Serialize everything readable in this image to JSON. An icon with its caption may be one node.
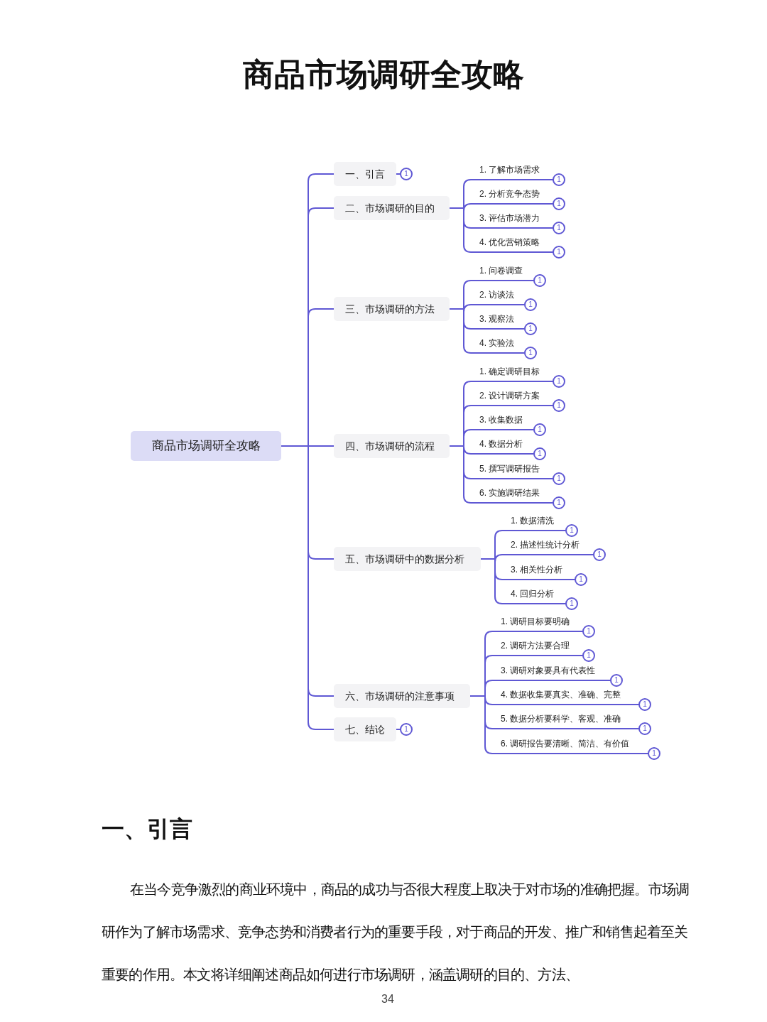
{
  "diagram": {
    "title": "商品市场调研全攻略",
    "nodes": [
      {
        "text": [
          "商品市场调研全攻略"
        ]
      },
      {
        "text": [
          "一、引言"
        ],
        "beside": [
          "1"
        ]
      },
      {
        "text": [
          "二、市场调研的目的"
        ]
      },
      {
        "text": [
          "1. 了解市场需求"
        ],
        "beside": [
          "1"
        ]
      },
      {
        "text": [
          "2. 分析竞争态势"
        ],
        "beside": [
          "1"
        ]
      },
      {
        "text": [
          "3. 评估市场潜力"
        ],
        "beside": [
          "1"
        ]
      },
      {
        "text": [
          "4. 优化营销策略"
        ],
        "beside": [
          "1"
        ]
      },
      {
        "text": [
          "三、市场调研的方法"
        ]
      },
      {
        "text": [
          "1. 问卷调查"
        ],
        "beside": [
          "1"
        ]
      },
      {
        "text": [
          "2. 访谈法"
        ],
        "beside": [
          "1"
        ]
      },
      {
        "text": [
          "3. 观察法"
        ],
        "beside": [
          "1"
        ]
      },
      {
        "text": [
          "4. 实验法"
        ],
        "beside": [
          "1"
        ]
      },
      {
        "text": [
          "四、市场调研的流程"
        ]
      },
      {
        "text": [
          "1. 确定调研目标"
        ],
        "beside": [
          "1"
        ]
      },
      {
        "text": [
          "2. 设计调研方案"
        ],
        "beside": [
          "1"
        ]
      },
      {
        "text": [
          "3. 收集数据"
        ],
        "beside": [
          "1"
        ]
      },
      {
        "text": [
          "4. 数据分析"
        ],
        "beside": [
          "1"
        ]
      },
      {
        "text": [
          "5. 撰写调研报告"
        ],
        "beside": [
          "1"
        ]
      },
      {
        "text": [
          "6. 实施调研结果"
        ],
        "beside": [
          "1"
        ]
      },
      {
        "text": [
          "五、市场调研中的数据分析"
        ]
      },
      {
        "text": [
          "1. 数据清洗"
        ],
        "beside": [
          "1"
        ]
      },
      {
        "text": [
          "2. 描述性统计分析"
        ],
        "beside": [
          "1"
        ]
      },
      {
        "text": [
          "3. 相关性分析"
        ],
        "beside": [
          "1"
        ]
      },
      {
        "text": [
          "4. 回归分析"
        ],
        "beside": [
          "1"
        ]
      },
      {
        "text": [
          "六、市场调研的注意事项"
        ]
      },
      {
        "text": [
          "1. 调研目标要明确"
        ],
        "beside": [
          "1"
        ]
      },
      {
        "text": [
          "2. 调研方法要合理"
        ],
        "beside": [
          "1"
        ]
      },
      {
        "text": [
          "3. 调研对象要具有代表性"
        ],
        "beside": [
          "1"
        ]
      },
      {
        "text": [
          "4. 数据收集要真实、准确、完整"
        ],
        "beside": [
          "1"
        ]
      },
      {
        "text": [
          "5. 数据分析要科学、客观、准确"
        ],
        "beside": [
          "1"
        ]
      },
      {
        "text": [
          "6. 调研报告要清晰、简洁、有价值"
        ],
        "beside": [
          "1"
        ]
      },
      {
        "text": [
          "七、结论"
        ],
        "beside": [
          "1"
        ]
      }
    ],
    "edges": [
      {
        "from": 0,
        "to": 1,
        "arrow": "none"
      },
      {
        "from": 0,
        "to": 2,
        "arrow": "none"
      },
      {
        "from": 0,
        "to": 7,
        "arrow": "none"
      },
      {
        "from": 0,
        "to": 12,
        "arrow": "none"
      },
      {
        "from": 0,
        "to": 19,
        "arrow": "none"
      },
      {
        "from": 0,
        "to": 24,
        "arrow": "none"
      },
      {
        "from": 0,
        "to": 31,
        "arrow": "none"
      },
      {
        "from": 2,
        "to": 3,
        "arrow": "none"
      },
      {
        "from": 2,
        "to": 4,
        "arrow": "none"
      },
      {
        "from": 2,
        "to": 5,
        "arrow": "none"
      },
      {
        "from": 2,
        "to": 6,
        "arrow": "none"
      },
      {
        "from": 7,
        "to": 8,
        "arrow": "none"
      },
      {
        "from": 7,
        "to": 9,
        "arrow": "none"
      },
      {
        "from": 7,
        "to": 10,
        "arrow": "none"
      },
      {
        "from": 7,
        "to": 11,
        "arrow": "none"
      },
      {
        "from": 12,
        "to": 13,
        "arrow": "none"
      },
      {
        "from": 12,
        "to": 14,
        "arrow": "none"
      },
      {
        "from": 12,
        "to": 15,
        "arrow": "none"
      },
      {
        "from": 12,
        "to": 16,
        "arrow": "none"
      },
      {
        "from": 12,
        "to": 17,
        "arrow": "none"
      },
      {
        "from": 12,
        "to": 18,
        "arrow": "none"
      },
      {
        "from": 19,
        "to": 20,
        "arrow": "none"
      },
      {
        "from": 19,
        "to": 21,
        "arrow": "none"
      },
      {
        "from": 19,
        "to": 22,
        "arrow": "none"
      },
      {
        "from": 19,
        "to": 23,
        "arrow": "none"
      },
      {
        "from": 24,
        "to": 25,
        "arrow": "none"
      },
      {
        "from": 24,
        "to": 26,
        "arrow": "none"
      },
      {
        "from": 24,
        "to": 27,
        "arrow": "none"
      },
      {
        "from": 24,
        "to": 28,
        "arrow": "none"
      },
      {
        "from": 24,
        "to": 29,
        "arrow": "none"
      },
      {
        "from": 24,
        "to": 30,
        "arrow": "none"
      }
    ],
    "labels": [
      "一、引言",
      "在当今竞争激烈的商业环境中，商品的成功与否很大程度上取决于对市场的准确把握。市场调研作为了解市场需求、竞争态势和消费者行为的重要手段，对于商品的开发、推广和销售起着至关重要的作用。本文将详细阐述商品如何进行市场调研，涵盖调研的目的、方法、",
      "34"
    ]
  }
}
